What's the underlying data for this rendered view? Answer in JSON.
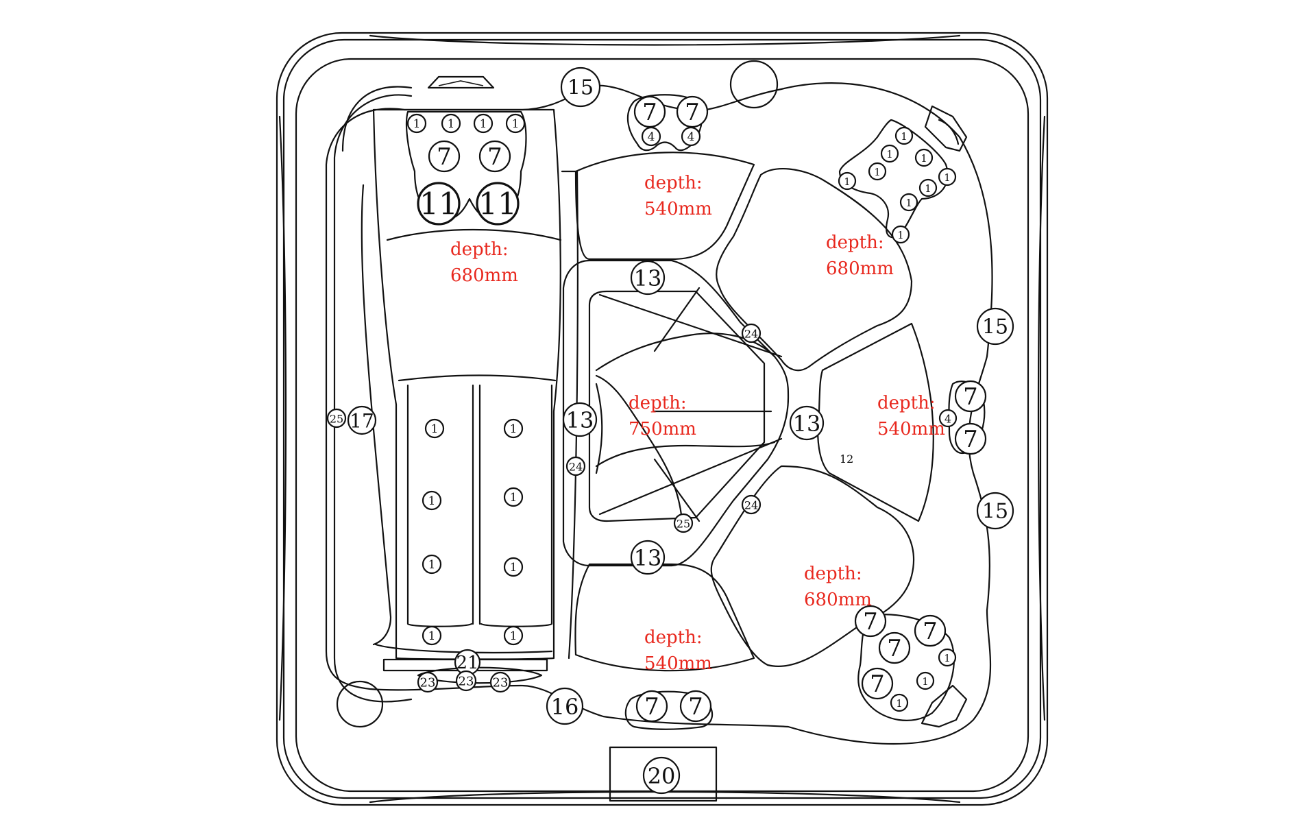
{
  "colors": {
    "line": "#111111",
    "depth_text": "#e8281e",
    "background": "#ffffff"
  },
  "depth_labels": [
    {
      "id": "lounger",
      "line1": "depth:",
      "line2": "680mm"
    },
    {
      "id": "seat-top",
      "line1": "depth:",
      "line2": "540mm"
    },
    {
      "id": "seat-tr",
      "line1": "depth:",
      "line2": "680mm"
    },
    {
      "id": "center",
      "line1": "depth:",
      "line2": "750mm"
    },
    {
      "id": "seat-right",
      "line1": "depth:",
      "line2": "540mm"
    },
    {
      "id": "seat-br",
      "line1": "depth:",
      "line2": "680mm"
    },
    {
      "id": "seat-bottom",
      "line1": "depth:",
      "line2": "540mm"
    }
  ],
  "badges": {
    "b1": "1",
    "b4": "4",
    "b7": "7",
    "b11": "11",
    "b12": "12",
    "b13": "13",
    "b15": "15",
    "b16": "16",
    "b17": "17",
    "b20": "20",
    "b21": "21",
    "b23": "23",
    "b24": "24",
    "b25": "25"
  }
}
